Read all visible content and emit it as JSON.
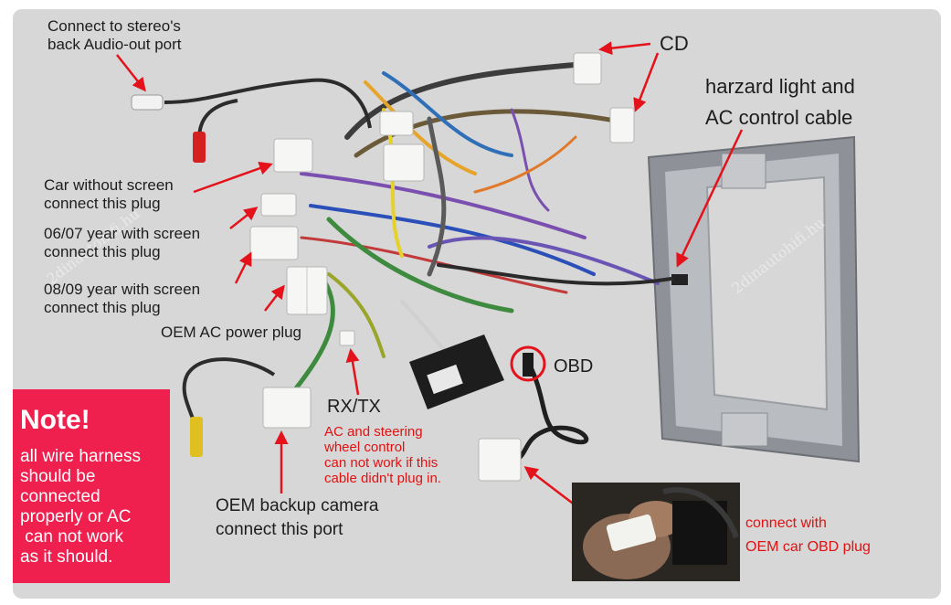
{
  "labels": {
    "stereo_audio_out": "Connect to stereo's\nback Audio-out port",
    "cd": "CD",
    "hazard_ac": "harzard light and\nAC control cable",
    "car_without_screen": "Car without screen\nconnect this plug",
    "year_0607": "06/07 year with screen\nconnect this plug",
    "year_0809": "08/09 year with screen\nconnect this plug",
    "oem_ac_power": "OEM AC power plug",
    "obd": "OBD",
    "rx_tx": "RX/TX",
    "rx_tx_warning": "AC and steering\nwheel control\ncan not work if this\ncable didn't plug in.",
    "oem_backup_camera": "OEM backup camera\nconnect this port",
    "connect_obd": "connect with\nOEM car OBD plug"
  },
  "note": {
    "title": "Note!",
    "body": "all wire harness\nshould be\nconnected\nproperly or AC\n can not work\nas it should."
  },
  "colors": {
    "arrow": "#e3121b",
    "note_bg": "#ef1f4e",
    "panel_bg": "#d7d7d7",
    "frame": "#8e9197",
    "red_text": "#e01212"
  }
}
